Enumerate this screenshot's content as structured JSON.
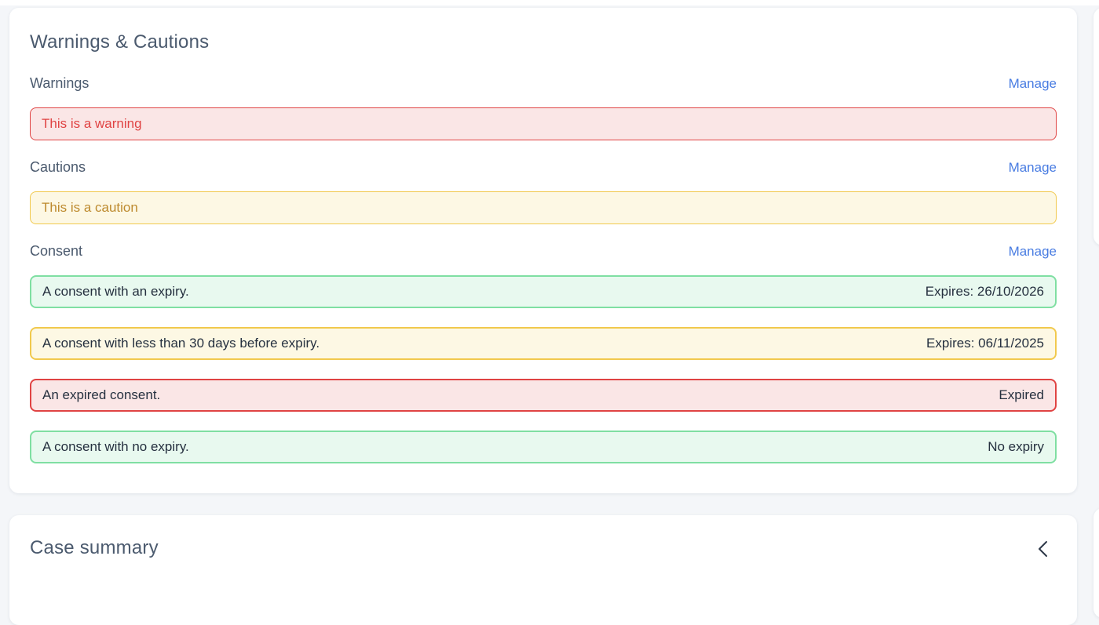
{
  "page": {
    "background_color": "#f4f6f9",
    "card_color": "#ffffff"
  },
  "warnings_card": {
    "title": "Warnings & Cautions",
    "sections": [
      {
        "label": "Warnings",
        "action": "Manage",
        "items": [
          {
            "text": "This is a warning",
            "meta": "",
            "variant": "danger"
          }
        ]
      },
      {
        "label": "Cautions",
        "action": "Manage",
        "items": [
          {
            "text": "This is a caution",
            "meta": "",
            "variant": "warning"
          }
        ]
      },
      {
        "label": "Consent",
        "action": "Manage",
        "items": [
          {
            "text": "A consent with an expiry.",
            "meta": "Expires: 26/10/2026",
            "variant": "success"
          },
          {
            "text": "A consent with less than 30 days before expiry.",
            "meta": "Expires: 06/11/2025",
            "variant": "warning"
          },
          {
            "text": "An expired consent.",
            "meta": "Expired",
            "variant": "danger"
          },
          {
            "text": "A consent with no expiry.",
            "meta": "No expiry",
            "variant": "success"
          }
        ]
      }
    ]
  },
  "case_summary_card": {
    "title": "Case summary",
    "collapse_icon": "chevron-left"
  },
  "colors": {
    "danger_border": "#e04343",
    "danger_bg": "#fae6e6",
    "warning_border": "#f1c94d",
    "warning_bg": "#fdf8e4",
    "warning_text": "#bd8a2e",
    "success_border": "#7fdfa2",
    "success_bg": "#e8f9ef",
    "heading_text": "#4b5a6e",
    "body_text": "#25303f",
    "link_blue": "#4a7de2"
  }
}
